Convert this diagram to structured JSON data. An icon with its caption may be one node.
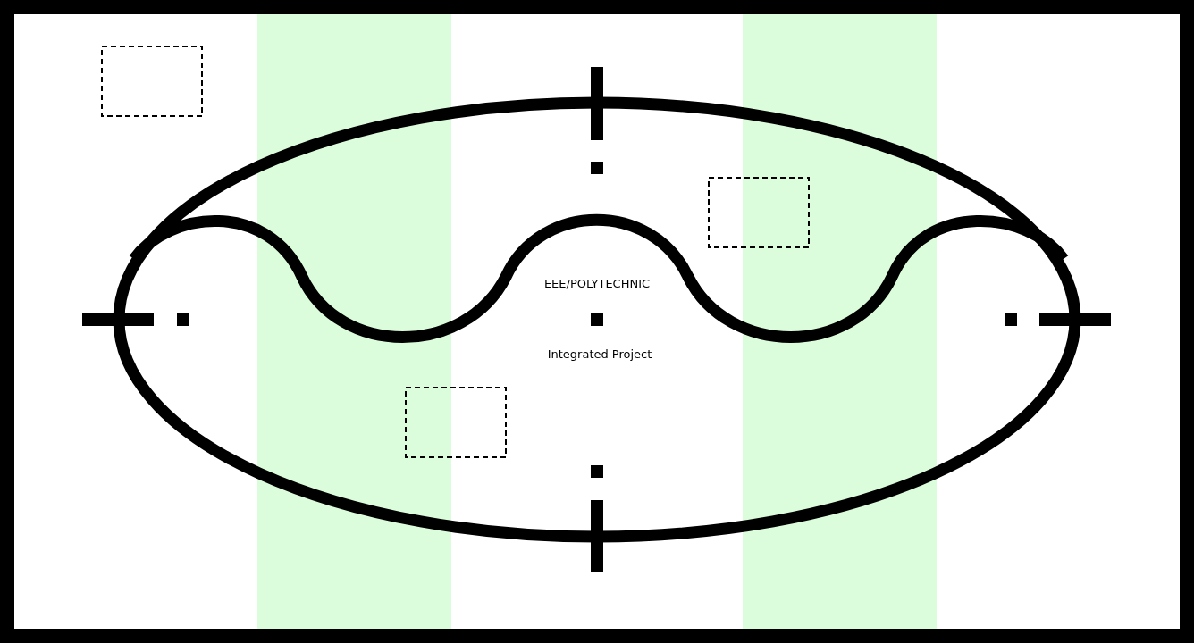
{
  "diagram": {
    "nodes": [
      {
        "text": [],
        "shape": "box"
      },
      {
        "text": [],
        "shape": "box"
      },
      {
        "text": [],
        "shape": "box"
      }
    ],
    "labels": [
      "EEE/POLYTECHNIC",
      "Integrated Project"
    ]
  }
}
